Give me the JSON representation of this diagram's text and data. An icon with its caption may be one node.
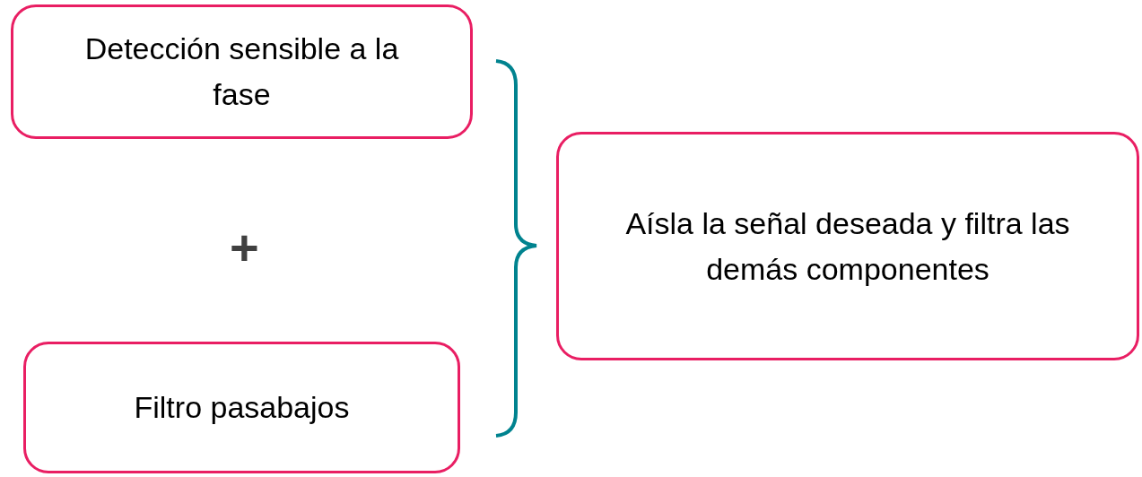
{
  "diagram": {
    "nodes": [
      {
        "text": [
          "Detección sensible a la fase"
        ]
      },
      {
        "text": [
          "Filtro pasabajos"
        ]
      },
      {
        "text": [
          "Aísla la señal deseada y filtra las demás componentes"
        ]
      }
    ],
    "labels": [
      "+"
    ]
  }
}
